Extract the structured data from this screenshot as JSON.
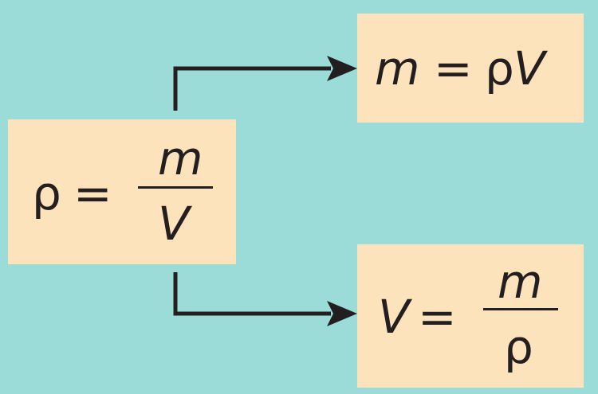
{
  "colors": {
    "background": "#9bdcd9",
    "box_fill": "#fde3bb",
    "ink": "#231f20"
  },
  "main_formula": {
    "lhs": "ρ",
    "equals": "=",
    "numerator": "m",
    "denominator": "V"
  },
  "top_formula": {
    "lhs": "m",
    "equals": "=",
    "rhs_rho": "ρ",
    "rhs_v": "V"
  },
  "bottom_formula": {
    "lhs": "V",
    "equals": "=",
    "numerator": "m",
    "denominator": "ρ"
  }
}
